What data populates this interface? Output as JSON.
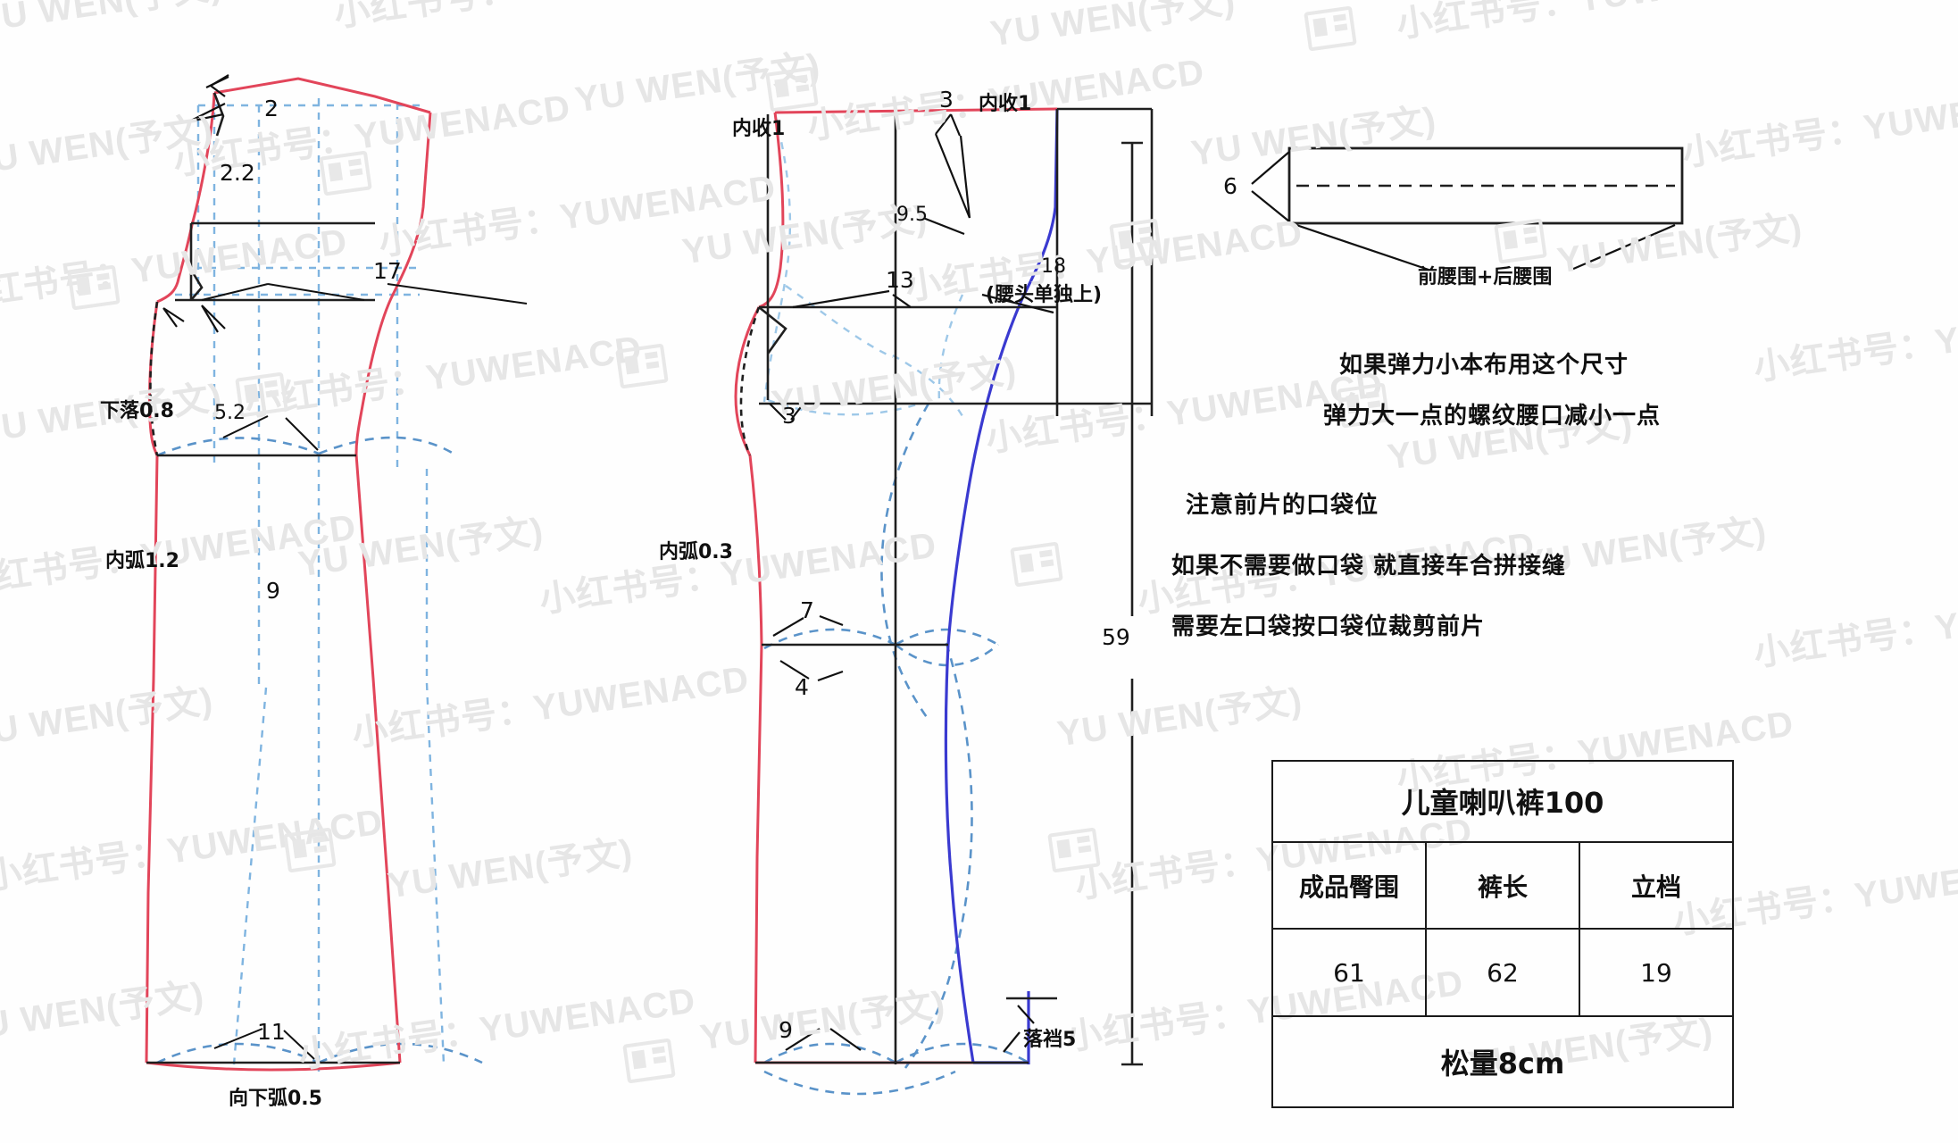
{
  "doc": {
    "type": "sewing-pattern-draft",
    "title_visible": "儿童喇叭裤100"
  },
  "back_piece": {
    "name": "back-pattern-piece",
    "labels": {
      "top_dart": "2",
      "top_offset": "2.2",
      "hip_width": "17",
      "drop": "下落0.8",
      "crotch_extension": "5.2",
      "inner_curve": "内弧1.2",
      "knee_width": "9",
      "hem_width": "11",
      "hem_curve": "向下弧0.5"
    }
  },
  "front_piece": {
    "name": "front-pattern-piece",
    "labels": {
      "inset_left": "内收1",
      "inset_right": "内收1",
      "top_notch": "3",
      "fly_depth": "9.5",
      "waist_height": "18",
      "waist_height_note": "(腰头单独上)",
      "hip_width": "13",
      "crotch_extension": "3",
      "inner_curve": "内弧0.3",
      "knee_upper": "7",
      "knee_lower": "4",
      "hem_width": "9",
      "crotch_drop": "落裆5",
      "total_length": "59"
    }
  },
  "waistband": {
    "name": "waistband-detail",
    "height_label": "6",
    "caption": "前腰围+后腰围"
  },
  "notes_top": [
    "如果弹力小本布用这个尺寸",
    "弹力大一点的螺纹腰口减小一点"
  ],
  "notes_bottom": [
    "注意前片的口袋位",
    "如果不需要做口袋  就直接车合拼接缝",
    "需要左口袋按口袋位裁剪前片"
  ],
  "spec_table": {
    "title": "儿童喇叭裤100",
    "headers": [
      "成品臀围",
      "裤长",
      "立档"
    ],
    "values": [
      "61",
      "62",
      "19"
    ],
    "footer": "松量8cm"
  },
  "watermarks": {
    "text_a": "小红书号：YUWENACD",
    "text_b": "YU WEN(予文)",
    "logo_name": "yuwen-logo-icon"
  },
  "colors": {
    "outline_red": "#e2455a",
    "outline_blue": "#3a3ad0",
    "construction_black": "#1f1f1f",
    "guide_blue": "#6fa8dc",
    "watermark_gray": "#e6e6e6"
  },
  "chart_data": {
    "type": "table",
    "title": "儿童喇叭裤100",
    "columns": [
      "成品臀围",
      "裤长",
      "立档"
    ],
    "rows": [
      [
        "61",
        "62",
        "19"
      ]
    ],
    "footnote": "松量8cm",
    "units": "cm",
    "annotations": {
      "back_piece": [
        "2",
        "2.2",
        "17",
        "下落0.8",
        "5.2",
        "内弧1.2",
        "9",
        "11",
        "向下弧0.5"
      ],
      "front_piece": [
        "内收1",
        "3",
        "9.5",
        "18",
        "(腰头单独上)",
        "13",
        "3",
        "内弧0.3",
        "7",
        "4",
        "9",
        "落裆5",
        "59"
      ],
      "waistband": [
        "6",
        "前腰围+后腰围"
      ]
    }
  }
}
